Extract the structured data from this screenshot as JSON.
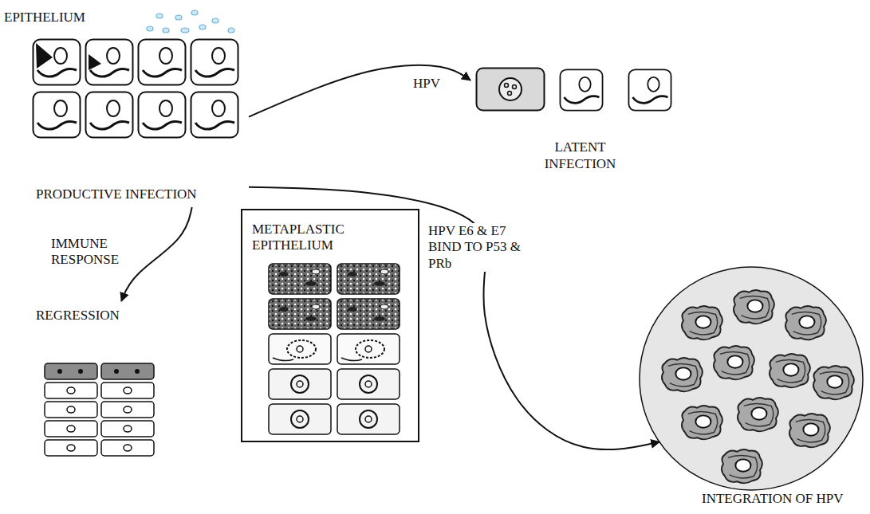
{
  "diagram": {
    "nodes": [
      {
        "text": [
          "EPITHELIUM",
          "PRODUCTIVE INFECTION"
        ]
      },
      {
        "text": [
          "LATENT INFECTION"
        ]
      },
      {
        "text": [
          "METAPLASTIC EPITHELIUM"
        ]
      },
      {
        "text": [
          "REGRESSION"
        ]
      },
      {
        "text": [
          "INTEGRATION OF HPV"
        ]
      }
    ],
    "edges": [
      {
        "from": 0,
        "to": 1,
        "arrow": "to",
        "label": "HPV"
      },
      {
        "from": 0,
        "to": 3,
        "arrow": "to",
        "label": "IMMUNE RESPONSE"
      },
      {
        "from": 0,
        "to": 4,
        "arrow": "to",
        "label": "HPV E6 & E7 BIND TO P53 & PRb"
      }
    ]
  }
}
